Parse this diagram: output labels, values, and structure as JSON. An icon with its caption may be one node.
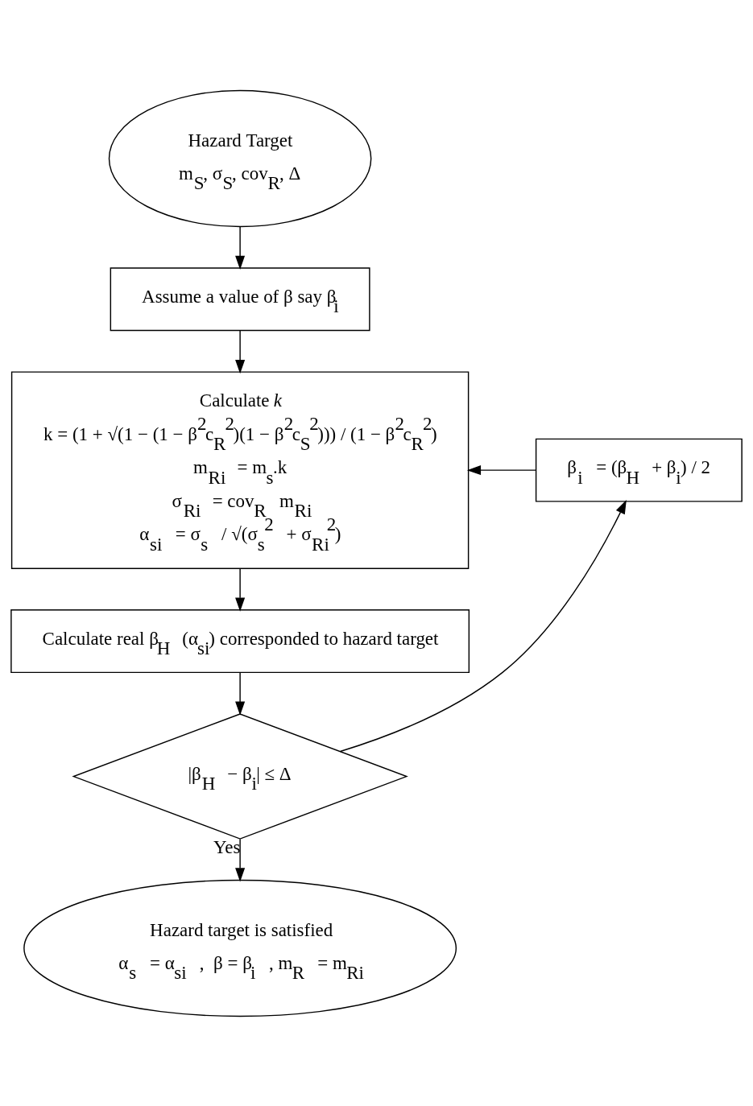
{
  "diagram": {
    "nodes": [
      {
        "text": [
          "Hazard Target",
          "m$_{S}$, σ$_{S}$, cov$_{R}$, Δ"
        ]
      },
      {
        "text": [
          "Assume a value of β say β$_{i}$"
        ]
      },
      {
        "text": [
          "Calculate *k*",
          "k = (1 + √(1 − (1 − β$^{2}$c$_{R}$$^{2}$)(1 − β$^{2}$c$_{S}$$^{2}$))) / (1 − β$^{2}$c$_{R}$$^{2}$)",
          "m$_{Ri}$ = m$_{s}$.k",
          "σ$_{Ri}$ = cov$_{R}$ m$_{Ri}$",
          "α$_{si}$ = σ$_{s}$ / √(σ$_{s}$$^{2}$ + σ$_{Ri}$$^{2}$)"
        ]
      },
      {
        "text": [
          "Calculate real β$_{H}$ (α$_{si}$) corresponded to hazard target"
        ]
      },
      {
        "text": [
          "|β$_{H}$ − β$_{i}$| ≤ Δ"
        ]
      },
      {
        "text": [
          "β$_{i}$ = (β$_{H}$ + β$_{i}$) / 2"
        ]
      },
      {
        "text": [
          "Hazard target is satisfied",
          "α$_{s}$ = α$_{si}$ ,  β = β$_{i}$ , m$_{R}$ = m$_{Ri}$"
        ]
      }
    ],
    "edges": [
      {
        "from": 0,
        "to": 1,
        "arrow": "to"
      },
      {
        "from": 1,
        "to": 2,
        "arrow": "to"
      },
      {
        "from": 2,
        "to": 3,
        "arrow": "to"
      },
      {
        "from": 3,
        "to": 4,
        "arrow": "to"
      },
      {
        "from": 4,
        "to": 6,
        "arrow": "to",
        "label": "Yes"
      },
      {
        "from": 4,
        "to": 5,
        "arrow": "to"
      },
      {
        "from": 5,
        "to": 2,
        "arrow": "to"
      }
    ]
  }
}
